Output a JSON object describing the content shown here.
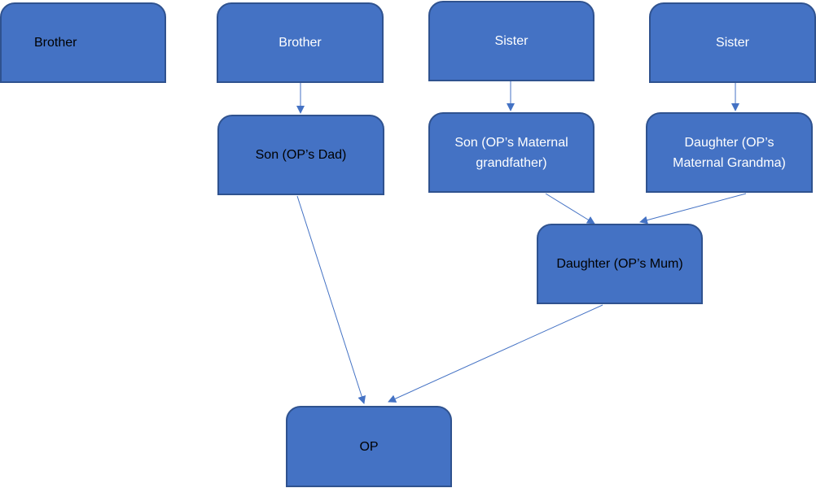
{
  "diagram": {
    "nodes": {
      "brother_1": "Brother",
      "brother_2": "Brother",
      "sister_1": "Sister",
      "sister_2": "Sister",
      "son_dad": "Son (OP’s Dad)",
      "son_grandfather": "Son (OP’s Maternal grandfather)",
      "daughter_grandma": "Daughter (OP’s Maternal Grandma)",
      "daughter_mum": "Daughter (OP’s Mum)",
      "op": "OP"
    },
    "edges": [
      {
        "from": "brother_2",
        "to": "son_dad"
      },
      {
        "from": "sister_1",
        "to": "son_grandfather"
      },
      {
        "from": "sister_2",
        "to": "daughter_grandma"
      },
      {
        "from": "son_grandfather",
        "to": "daughter_mum"
      },
      {
        "from": "daughter_grandma",
        "to": "daughter_mum"
      },
      {
        "from": "son_dad",
        "to": "op"
      },
      {
        "from": "daughter_mum",
        "to": "op"
      }
    ],
    "colors": {
      "node_fill": "#4472C4",
      "node_border": "#2F528F",
      "edge": "#4472C4"
    }
  }
}
